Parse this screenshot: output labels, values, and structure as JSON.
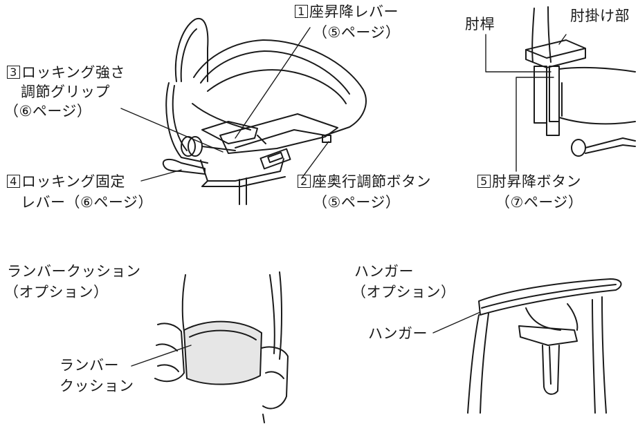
{
  "labels": {
    "seat_lever_num": "1",
    "seat_lever": "座昇降レバー",
    "seat_lever_page": "（⑤ページ）",
    "rocking_strength_num": "3",
    "rocking_strength_1": "ロッキング強さ",
    "rocking_strength_2": "調節グリップ",
    "rocking_strength_page": "（⑥ページ）",
    "rocking_lock_num": "4",
    "rocking_lock_1": "ロッキング固定",
    "rocking_lock_2": "レバー（⑥ページ）",
    "seat_depth_num": "2",
    "seat_depth": "座奥行調節ボタン",
    "seat_depth_page": "（⑤ページ）",
    "armrest_pole": "肘桿",
    "armrest_pad": "肘掛け部",
    "arm_button_num": "5",
    "arm_button": "肘昇降ボタン",
    "arm_button_page": "（⑦ページ）",
    "lumbar_title_1": "ランバークッション",
    "lumbar_title_2": "（オプション）",
    "lumbar_label_1": "ランバー",
    "lumbar_label_2": "クッション",
    "hanger_title_1": "ハンガー",
    "hanger_title_2": "（オプション）",
    "hanger_label": "ハンガー"
  },
  "colors": {
    "line": "#1a1a1a",
    "cushion_fill": "#e6e6e6",
    "background": "#ffffff"
  }
}
